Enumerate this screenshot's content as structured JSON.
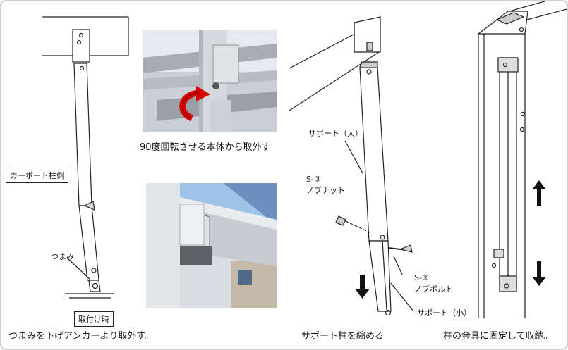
{
  "panel1": {
    "carport_label": "カーポート柱側",
    "knob_label": "つまみ",
    "mounted_label": "取付け時",
    "caption": "つまみを下げアンカーより取外す。"
  },
  "panel2": {
    "caption": "90度回転させる本体から取外す"
  },
  "panel3": {
    "support_large": "サポート（大）",
    "nut_code": "S-③",
    "nut_name": "ノブナット",
    "bolt_code": "S-②",
    "bolt_name": "ノブボルト",
    "support_small": "サポート（小）",
    "caption": "サポート柱を縮める"
  },
  "panel4": {
    "caption": "柱の金具に固定して収納。"
  },
  "colors": {
    "frame_border": "#cfcfcf",
    "rotation_arrow": "#d40000",
    "sky": "#9ec3e6"
  }
}
